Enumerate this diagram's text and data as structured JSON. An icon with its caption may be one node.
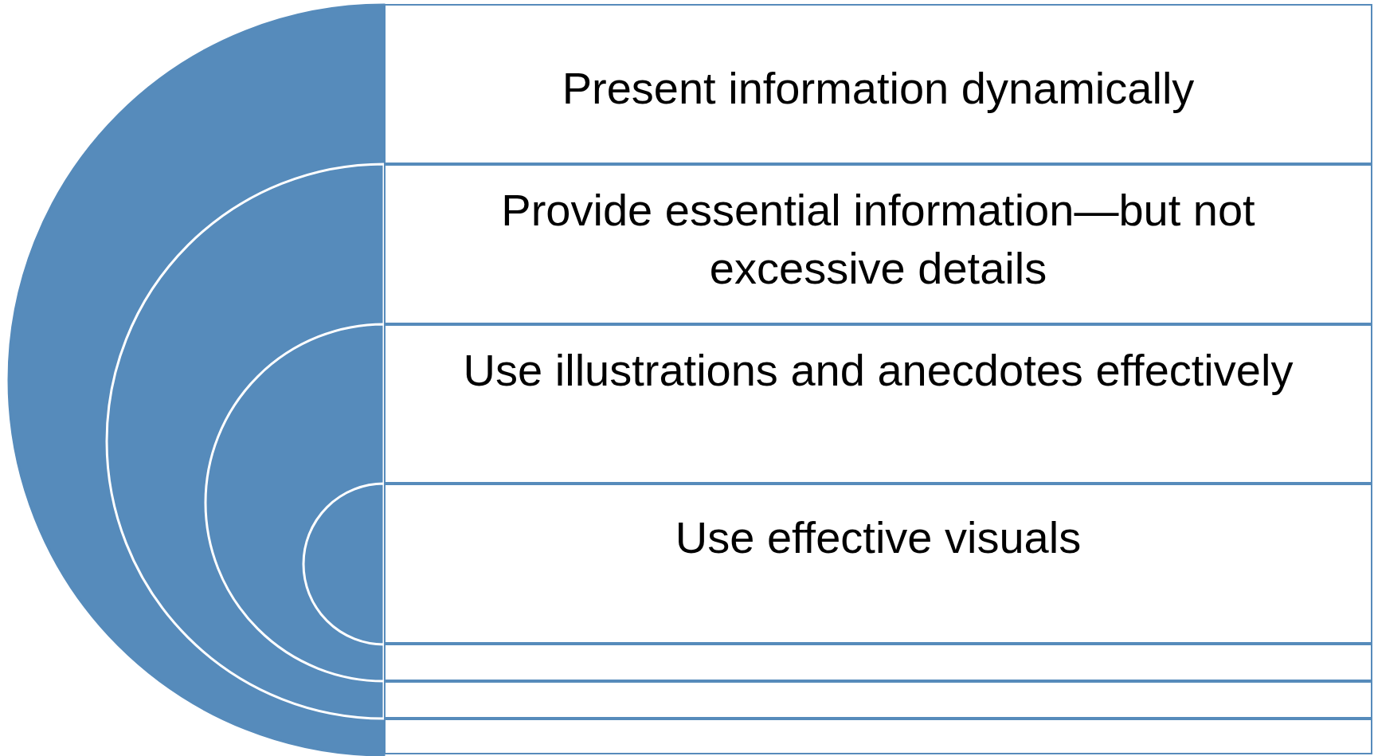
{
  "diagram": {
    "nodes": [
      {
        "text": [
          "Present information dynamically"
        ]
      },
      {
        "text": [
          "Provide essential information—but not excessive details"
        ]
      },
      {
        "text": [
          "Use illustrations and anecdotes effectively"
        ]
      },
      {
        "text": [
          "Use effective visuals"
        ]
      },
      {
        "text": [],
        "shape": "box"
      },
      {
        "text": [],
        "shape": "box"
      },
      {
        "text": [],
        "shape": "box"
      }
    ],
    "edges": []
  }
}
